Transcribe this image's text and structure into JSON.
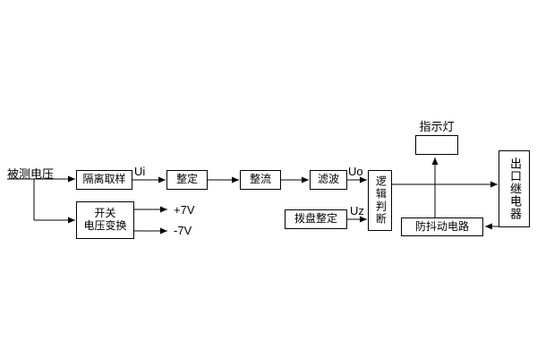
{
  "diagram": {
    "type": "block-diagram",
    "background": "#ffffff",
    "line_color": "#000000"
  },
  "labels": {
    "measured_voltage": "被测电压",
    "ui": "Ui",
    "uo": "Uo",
    "uz": "Uz",
    "plus7v": "+7V",
    "minus7v": "-7V",
    "indicator_light": "指示灯"
  },
  "blocks": {
    "isolation_sampling": "隔离取样",
    "setting": "整定",
    "rectifier": "整流",
    "filter": "滤波",
    "logic_judgment": "逻辑判断",
    "dial_setting": "拨盘整定",
    "switch_line1": "开关",
    "switch_line2": "电压变换",
    "outlet_relay": "出口继电器",
    "anti_jitter": "防抖动电路"
  }
}
